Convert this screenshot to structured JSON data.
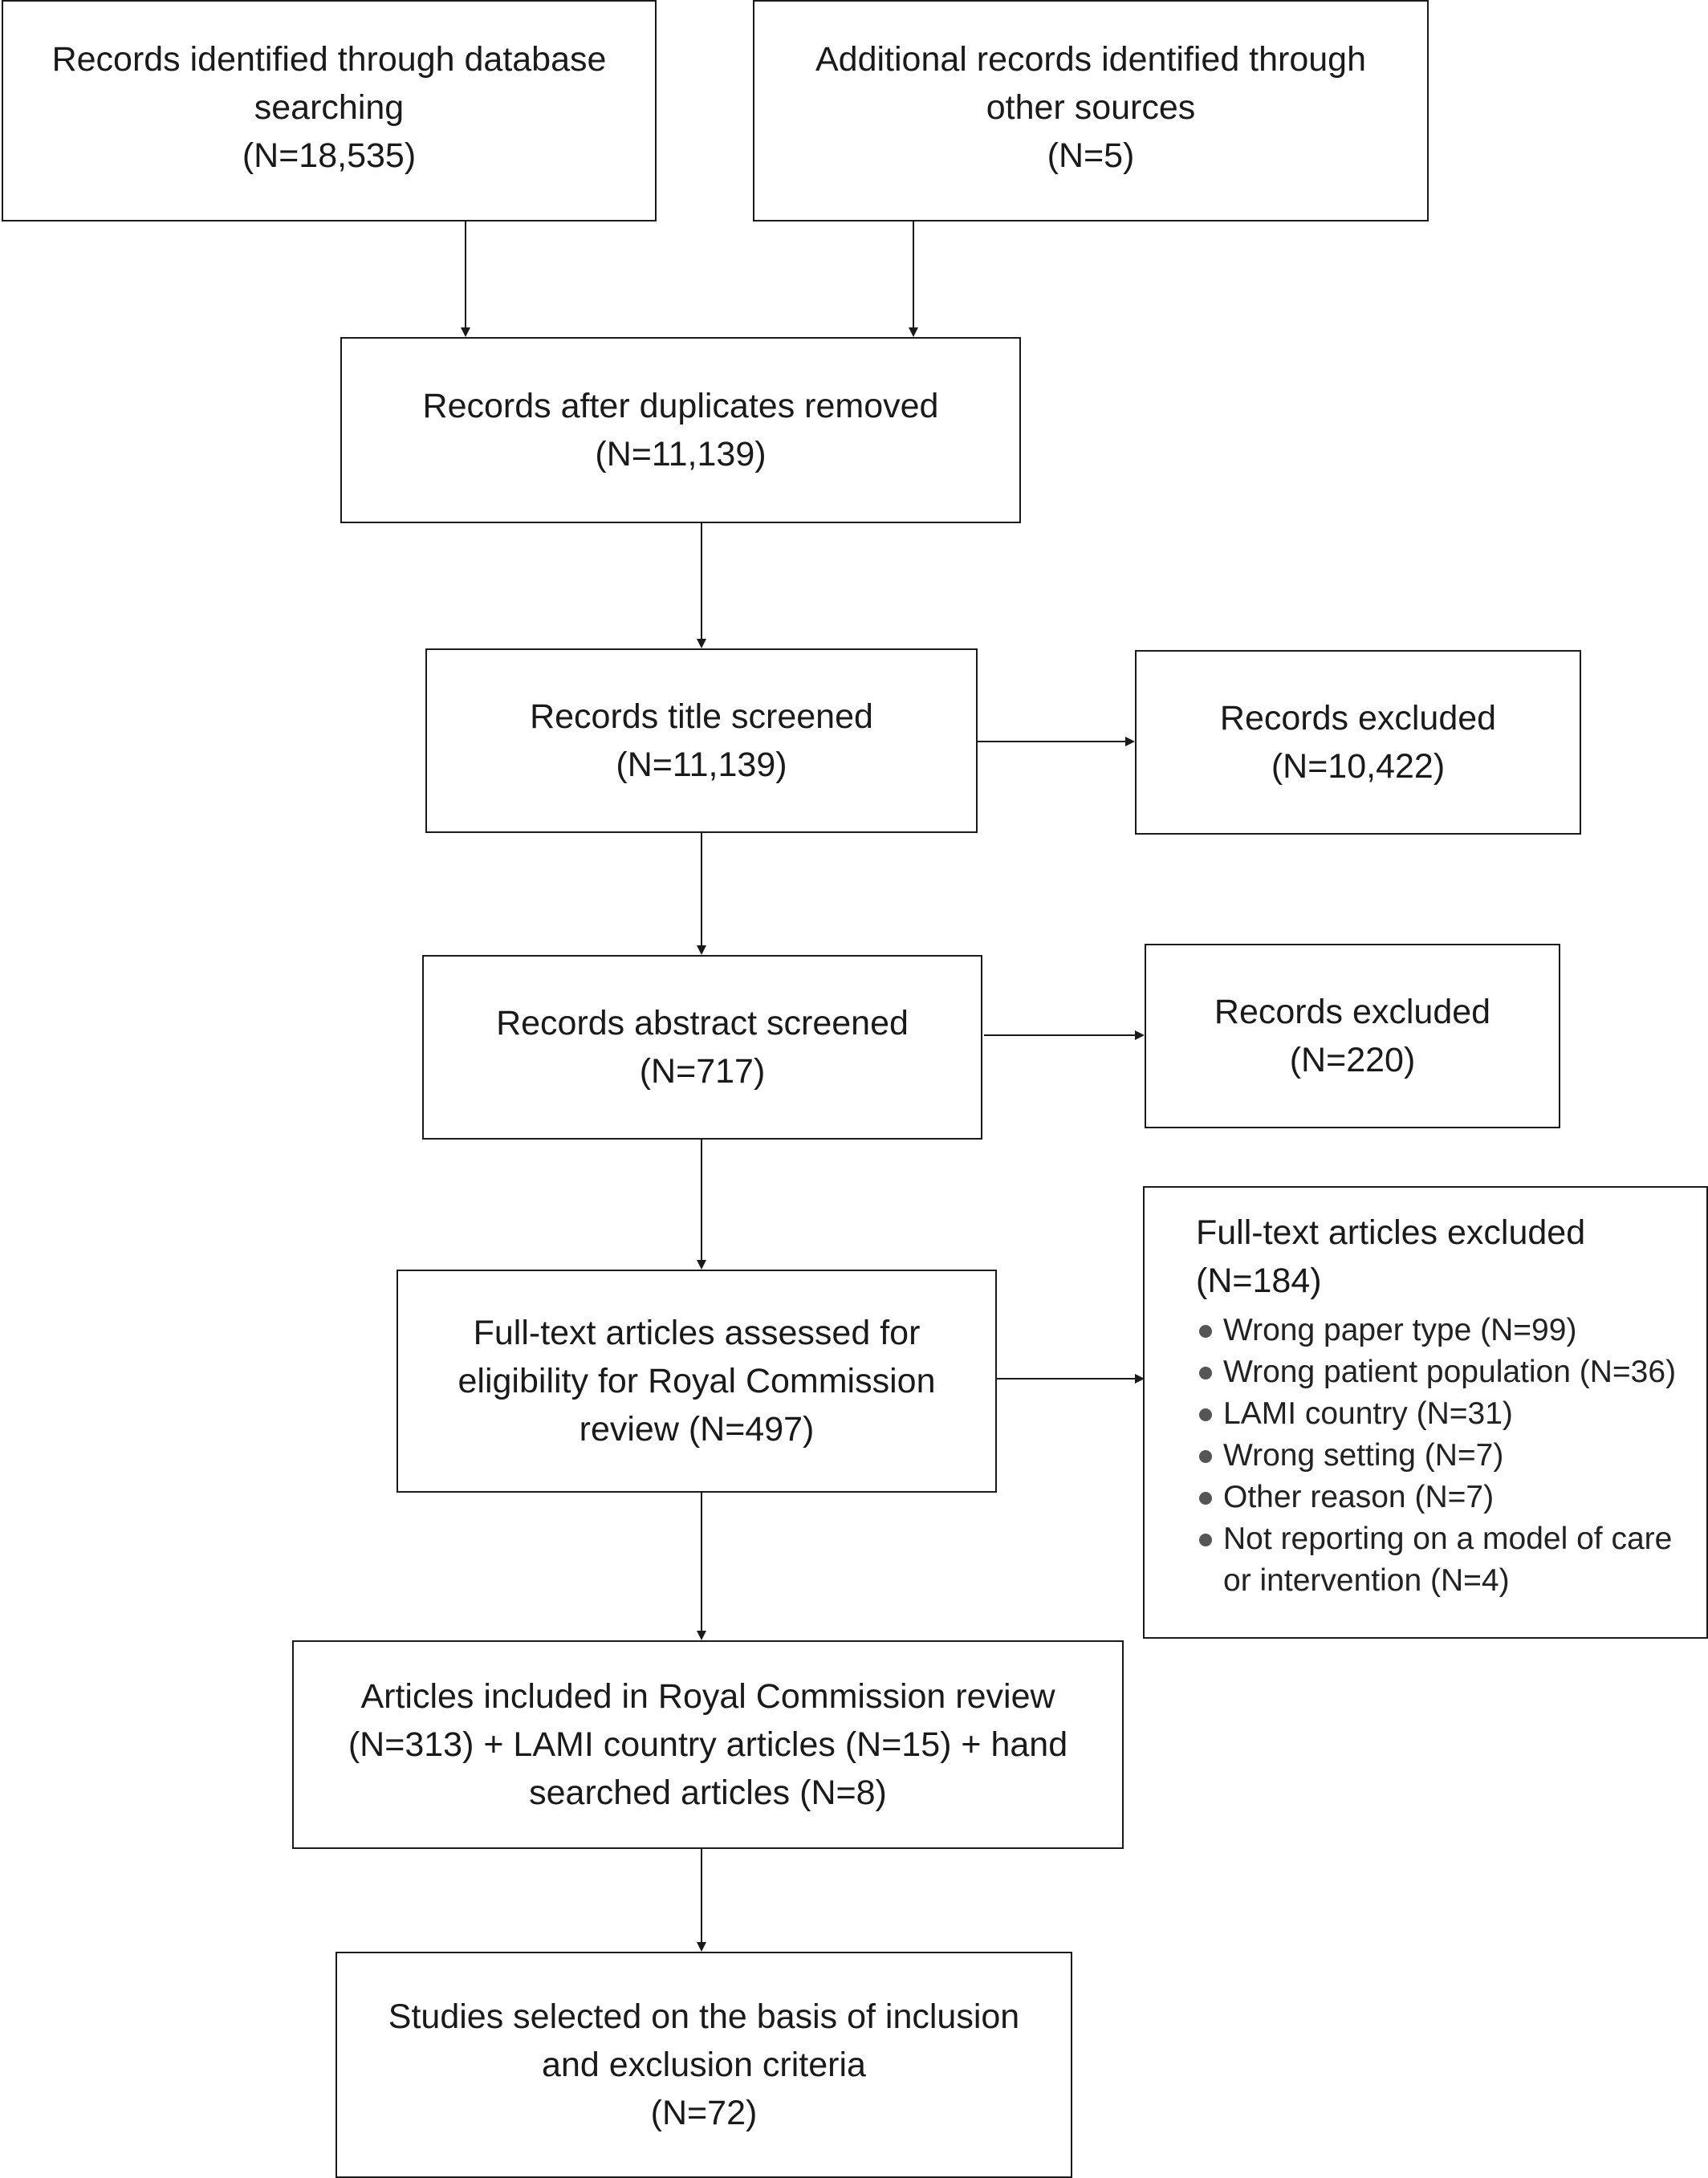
{
  "boxes": {
    "db_search": {
      "lines": [
        "Records identified through database",
        "searching",
        "(N=18,535)"
      ]
    },
    "other_sources": {
      "lines": [
        "Additional records identified through",
        "other sources",
        "(N=5)"
      ]
    },
    "dedup": {
      "lines": [
        "Records after duplicates removed",
        "(N=11,139)"
      ]
    },
    "title_screen": {
      "lines": [
        "Records title screened",
        "(N=11,139)"
      ]
    },
    "title_excluded": {
      "lines": [
        "Records excluded",
        "(N=10,422)"
      ]
    },
    "abstract_screen": {
      "lines": [
        "Records abstract screened",
        "(N=717)"
      ]
    },
    "abstract_excluded": {
      "lines": [
        "Records excluded",
        "(N=220)"
      ]
    },
    "fulltext": {
      "lines": [
        "Full-text articles assessed for",
        "eligibility for Royal Commission",
        "review (N=497)"
      ]
    },
    "fulltext_excluded": {
      "heading": [
        "Full-text articles excluded",
        "(N=184)"
      ],
      "reasons": [
        "Wrong paper type (N=99)",
        "Wrong patient population (N=36)",
        "LAMI country (N=31)",
        "Wrong setting (N=7)",
        "Other reason (N=7)",
        "Not reporting on a model of care"
      ],
      "reason_continuation": "or intervention (N=4)"
    },
    "included": {
      "lines": [
        "Articles included in Royal Commission review",
        "(N=313) + LAMI country articles (N=15) + hand",
        "searched articles (N=8)"
      ]
    },
    "selected": {
      "lines": [
        "Studies selected on the basis of inclusion",
        "and exclusion criteria",
        "(N=72)"
      ]
    }
  },
  "colors": {
    "stroke": "#1a1a1a",
    "text": "#1a1a1a",
    "bullet": "#555555"
  }
}
